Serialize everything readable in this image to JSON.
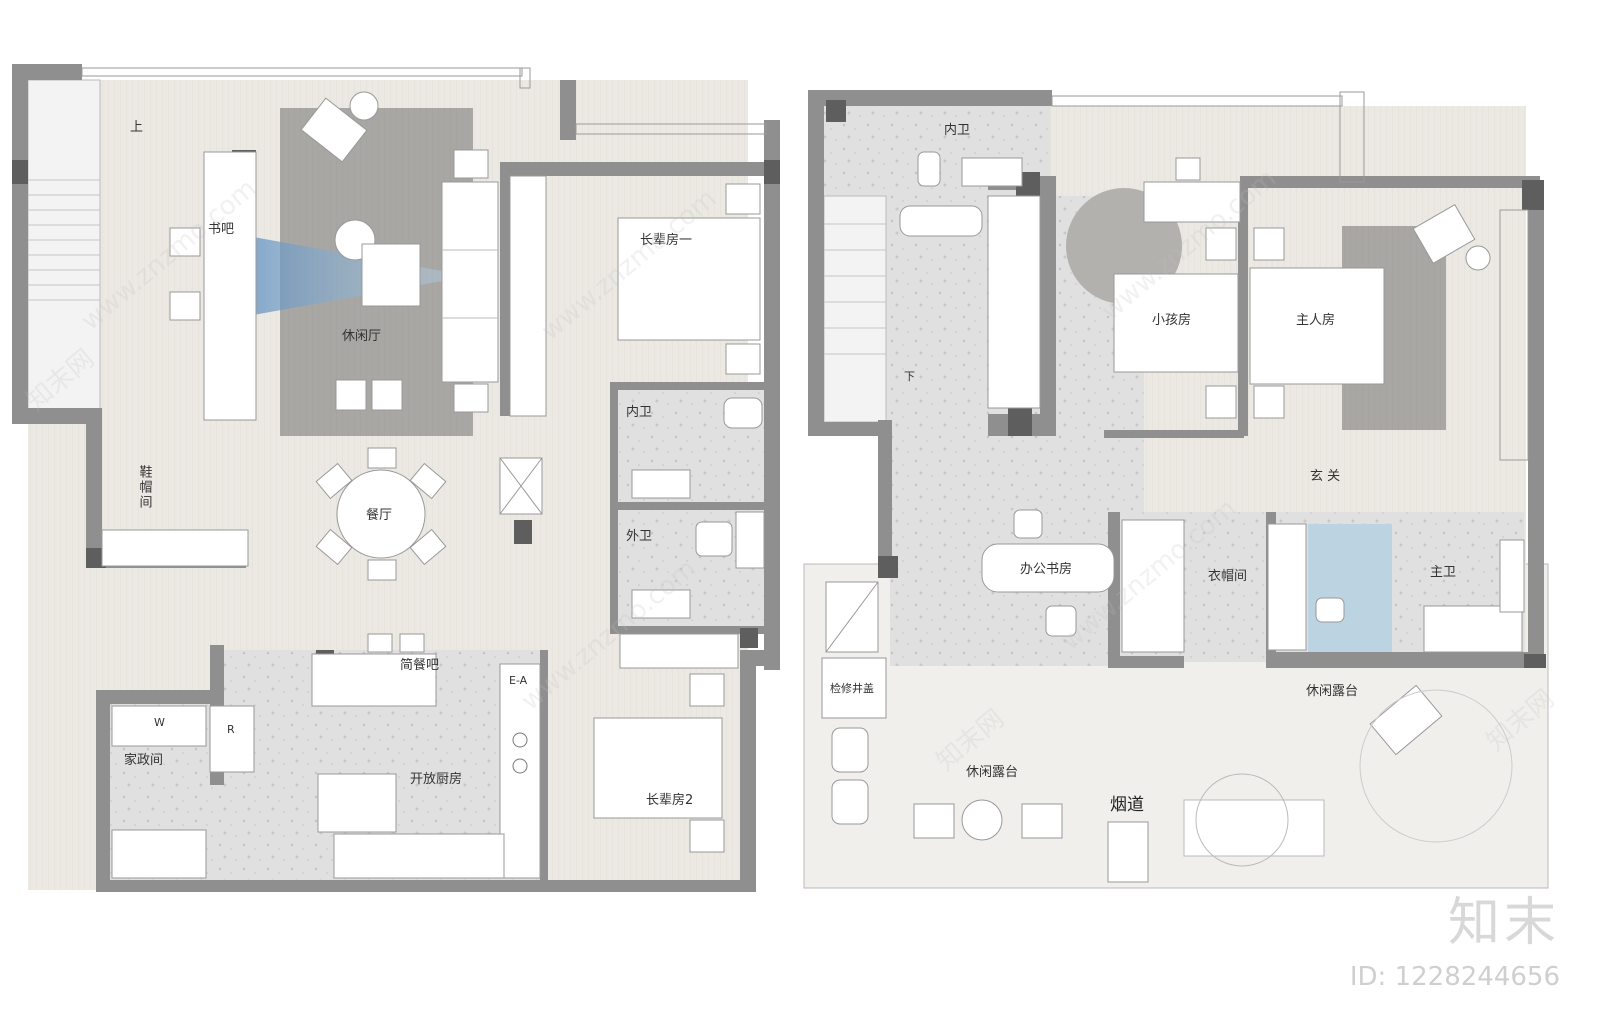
{
  "floor1": {
    "up_label": "上",
    "study_bar": "书吧",
    "lounge": "休闲厅",
    "dining": "餐厅",
    "shoe_room": "鞋帽间",
    "elder_room_1": "长辈房一",
    "inner_bath": "内卫",
    "outer_bath": "外卫",
    "snack_bar": "简餐吧",
    "open_kitchen": "开放厨房",
    "elder_room_2": "长辈房2",
    "housekeeping": "家政间",
    "appliance_w": "W",
    "appliance_r": "R",
    "appliance_ea": "E-A"
  },
  "floor2": {
    "inner_bath": "内卫",
    "down_label": "下",
    "kids_room": "小孩房",
    "master_room": "主人房",
    "foyer": "玄 关",
    "office_study": "办公书房",
    "cloakroom": "衣帽间",
    "master_bath": "主卫",
    "access_shaft": "检修井盖",
    "leisure_terrace_left": "休闲露台",
    "leisure_terrace_right": "休闲露台",
    "flue": "烟道"
  },
  "branding": {
    "logo": "知末",
    "id_text": "ID: 1228244656",
    "watermark_cn": "知末网",
    "watermark_url": "www.znzmo.com"
  },
  "colors": {
    "wall": "#8f8f8f",
    "wall_dark": "#6e6e6e",
    "floor_wood": "#ece9e4",
    "floor_terrazzo": "#dedede",
    "rug": "#a9a7a4",
    "glass_bath": "#bcd4e2",
    "outline": "#ffffff"
  }
}
